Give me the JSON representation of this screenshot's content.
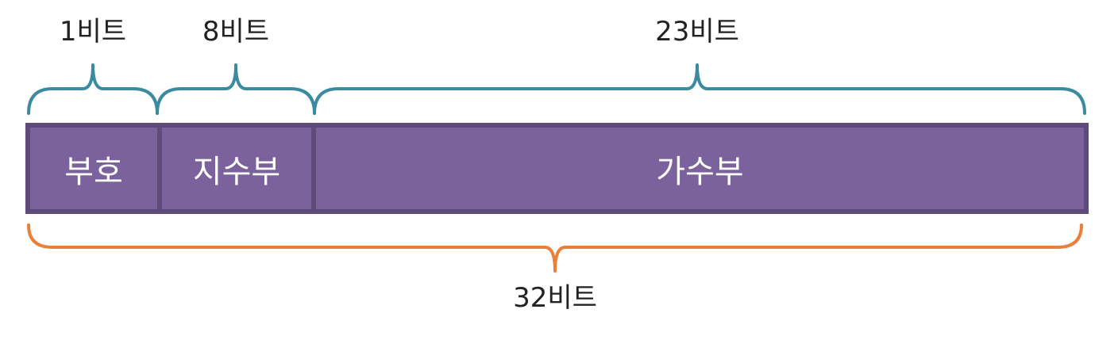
{
  "top_labels": {
    "sign_bits": "1비트",
    "exponent_bits": "8비트",
    "mantissa_bits": "23비트"
  },
  "fields": {
    "sign": "부호",
    "exponent": "지수부",
    "mantissa": "가수부"
  },
  "bottom_label": {
    "total_bits": "32비트"
  },
  "colors": {
    "field_fill": "#7c629c",
    "field_border": "#5f4b7a",
    "top_brace": "#3b8aa0",
    "bottom_brace": "#ea7f3a",
    "field_text": "#ffffff"
  }
}
